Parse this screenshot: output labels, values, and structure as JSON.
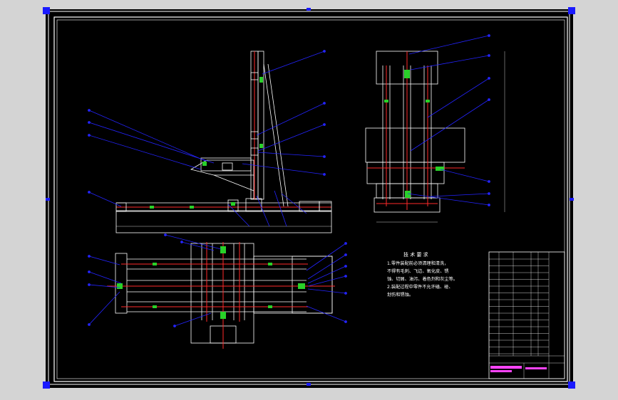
{
  "technical_requirements": {
    "title": "技 术 要 求",
    "lines": [
      "1.零件装配前必须清理和清洗，",
      "不得有毛刺、飞边、氧化皮、锈",
      "蚀、切屑、油污、着色剂和灰尘等。",
      "2.装配过程中零件不允许磕、碰、",
      "划伤和锈蚀。"
    ]
  },
  "colors": {
    "canvas": "#000000",
    "page_bg": "#d4d4d4",
    "frame": "#ffffff",
    "corner_marker": "#1a1aff",
    "leader": "#2424ff",
    "part_red": "#ff2a2a",
    "part_green": "#29d129",
    "title_block_magenta": "#ff44ff"
  },
  "icons": [
    "corner-marker-icon",
    "center-marker-icon"
  ]
}
